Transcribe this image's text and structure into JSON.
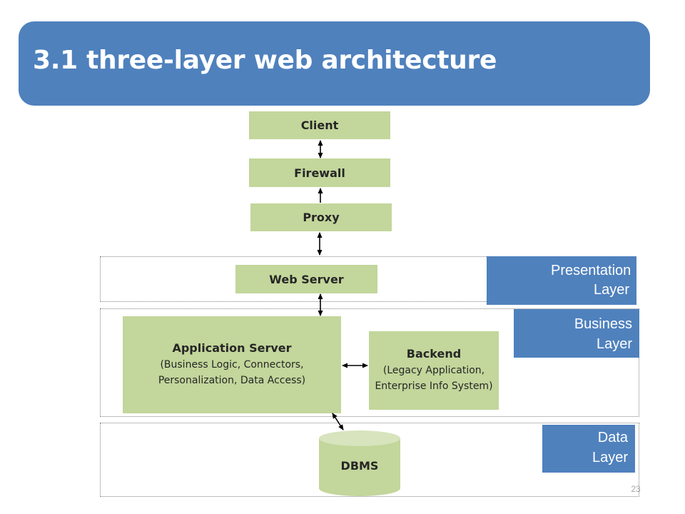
{
  "slide": {
    "title": "3.1 three-layer web architecture",
    "page_number": "23"
  },
  "layers": {
    "presentation": "Presentation Layer",
    "business": "Business Layer",
    "data": "Data Layer"
  },
  "components": {
    "client": "Client",
    "firewall": "Firewall",
    "proxy": "Proxy",
    "web_server": "Web Server",
    "app_server": {
      "title": "Application Server",
      "line1": "(Business Logic, Connectors,",
      "line2": "Personalization, Data Access)"
    },
    "backend": {
      "title": "Backend",
      "line1": "(Legacy Application,",
      "line2": "Enterprise Info System)"
    },
    "dbms": "DBMS"
  },
  "colors": {
    "accent_blue": "#4f81bd",
    "component_green": "#c3d69b",
    "connector": "#000000"
  }
}
